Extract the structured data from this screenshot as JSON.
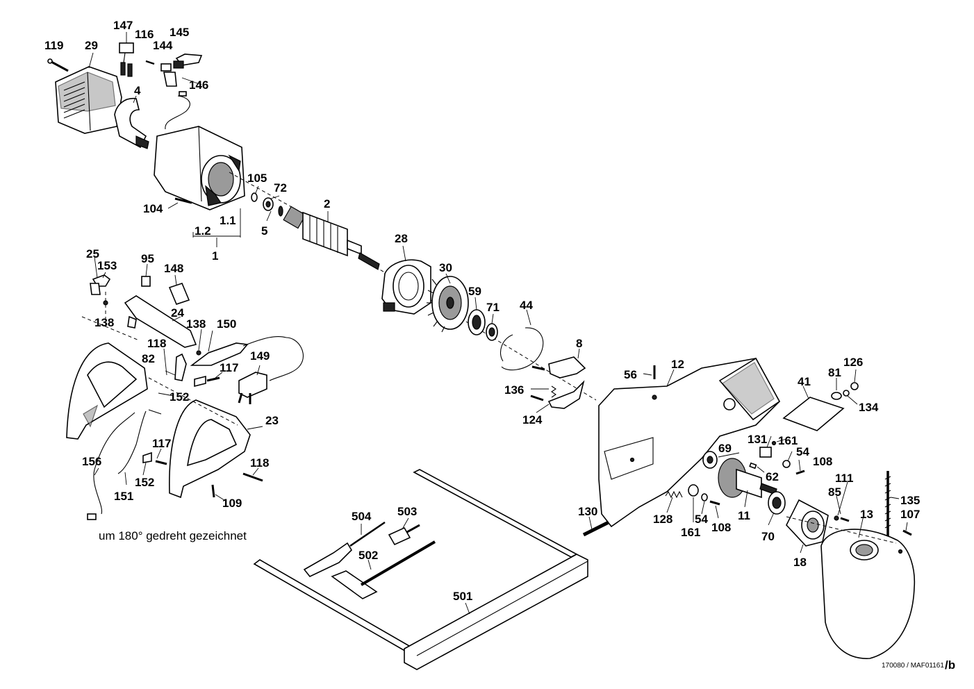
{
  "labels": [
    {
      "id": "119",
      "text": "119"
    },
    {
      "id": "29",
      "text": "29"
    },
    {
      "id": "147",
      "text": "147"
    },
    {
      "id": "116",
      "text": "116"
    },
    {
      "id": "144",
      "text": "144"
    },
    {
      "id": "145",
      "text": "145"
    },
    {
      "id": "146",
      "text": "146"
    },
    {
      "id": "4",
      "text": "4"
    },
    {
      "id": "105",
      "text": "105"
    },
    {
      "id": "72",
      "text": "72"
    },
    {
      "id": "104",
      "text": "104"
    },
    {
      "id": "1.1",
      "text": "1.1"
    },
    {
      "id": "5",
      "text": "5"
    },
    {
      "id": "1.2",
      "text": "1.2"
    },
    {
      "id": "1",
      "text": "1"
    },
    {
      "id": "2",
      "text": "2"
    },
    {
      "id": "28",
      "text": "28"
    },
    {
      "id": "30",
      "text": "30"
    },
    {
      "id": "59",
      "text": "59"
    },
    {
      "id": "71",
      "text": "71"
    },
    {
      "id": "44",
      "text": "44"
    },
    {
      "id": "8",
      "text": "8"
    },
    {
      "id": "136",
      "text": "136"
    },
    {
      "id": "124",
      "text": "124"
    },
    {
      "id": "25",
      "text": "25"
    },
    {
      "id": "153",
      "text": "153"
    },
    {
      "id": "95",
      "text": "95"
    },
    {
      "id": "148",
      "text": "148"
    },
    {
      "id": "138a",
      "text": "138"
    },
    {
      "id": "24",
      "text": "24"
    },
    {
      "id": "138b",
      "text": "138"
    },
    {
      "id": "150",
      "text": "150"
    },
    {
      "id": "118a",
      "text": "118"
    },
    {
      "id": "82",
      "text": "82"
    },
    {
      "id": "117a",
      "text": "117"
    },
    {
      "id": "149",
      "text": "149"
    },
    {
      "id": "152a",
      "text": "152"
    },
    {
      "id": "23",
      "text": "23"
    },
    {
      "id": "117b",
      "text": "117"
    },
    {
      "id": "118b",
      "text": "118"
    },
    {
      "id": "156",
      "text": "156"
    },
    {
      "id": "152b",
      "text": "152"
    },
    {
      "id": "151",
      "text": "151"
    },
    {
      "id": "109",
      "text": "109"
    },
    {
      "id": "504",
      "text": "504"
    },
    {
      "id": "503",
      "text": "503"
    },
    {
      "id": "502",
      "text": "502"
    },
    {
      "id": "501",
      "text": "501"
    },
    {
      "id": "56",
      "text": "56"
    },
    {
      "id": "12",
      "text": "12"
    },
    {
      "id": "41",
      "text": "41"
    },
    {
      "id": "81",
      "text": "81"
    },
    {
      "id": "126",
      "text": "126"
    },
    {
      "id": "134",
      "text": "134"
    },
    {
      "id": "131",
      "text": "131"
    },
    {
      "id": "161a",
      "text": "161"
    },
    {
      "id": "69",
      "text": "69"
    },
    {
      "id": "54a",
      "text": "54"
    },
    {
      "id": "108a",
      "text": "108"
    },
    {
      "id": "62",
      "text": "62"
    },
    {
      "id": "111",
      "text": "111"
    },
    {
      "id": "85",
      "text": "85"
    },
    {
      "id": "135",
      "text": "135"
    },
    {
      "id": "130",
      "text": "130"
    },
    {
      "id": "128",
      "text": "128"
    },
    {
      "id": "161b",
      "text": "161"
    },
    {
      "id": "54b",
      "text": "54"
    },
    {
      "id": "108b",
      "text": "108"
    },
    {
      "id": "11",
      "text": "11"
    },
    {
      "id": "70",
      "text": "70"
    },
    {
      "id": "13",
      "text": "13"
    },
    {
      "id": "107",
      "text": "107"
    },
    {
      "id": "18",
      "text": "18"
    }
  ],
  "caption": "um 180° gedreht gezeichnet",
  "drawing_code": "170080 / MAF01161",
  "drawing_rev": "/b"
}
